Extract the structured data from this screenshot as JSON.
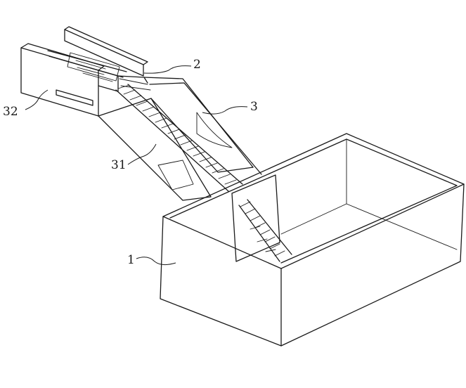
{
  "labels": {
    "container": "1",
    "upper_module": "2",
    "chute": "3",
    "chute_wall": "31",
    "side_plate": "32"
  }
}
